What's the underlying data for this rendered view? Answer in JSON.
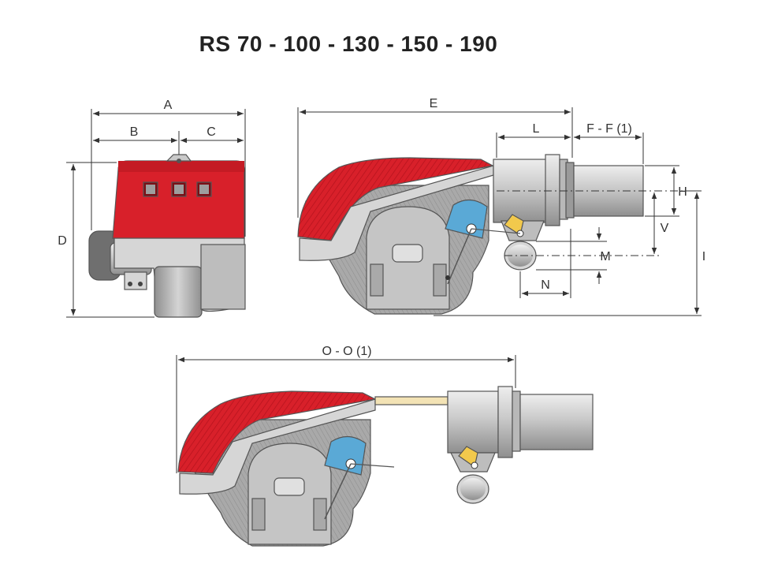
{
  "title": "RS 70 - 100 - 130 - 150 - 190",
  "dimensions": {
    "A": "A",
    "B": "B",
    "C": "C",
    "D": "D",
    "E": "E",
    "L": "L",
    "FF": "F - F (1)",
    "H": "H",
    "V": "V",
    "M": "M",
    "N": "N",
    "I": "I",
    "OO": "O - O (1)"
  },
  "colors": {
    "red": "#d8202a",
    "red_dark": "#b3121c",
    "grey_light": "#d6d6d6",
    "grey_mid": "#a9a9a9",
    "grey_dark": "#6f6f6f",
    "blue": "#5aa9d6",
    "yellow": "#f2c94c",
    "tube": "#f3e3b5"
  }
}
